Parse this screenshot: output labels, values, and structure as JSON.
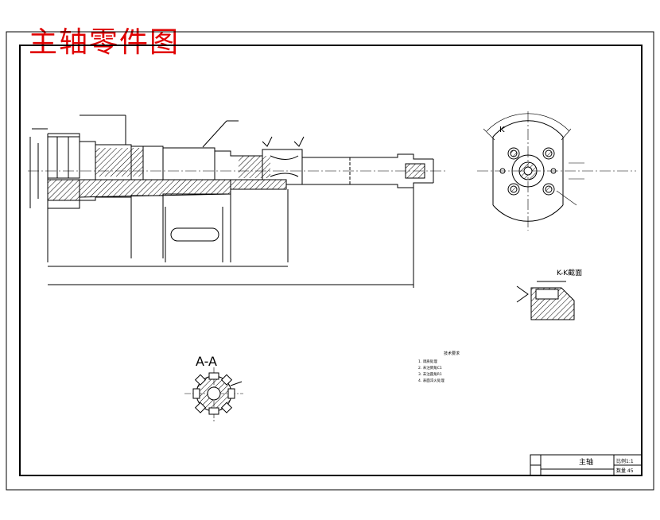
{
  "overlay_title": "主轴零件图",
  "sections": {
    "aa_label": "A-A",
    "kk_label": "K-K截面",
    "k_marker": "K"
  },
  "title_block": {
    "part_name": "主轴",
    "scale_label": "比例1:1",
    "material": "数量 45"
  },
  "notes": {
    "heading": "技术要求",
    "lines": [
      "1. 调质处理",
      "2. 未注倒角C1",
      "3. 未注圆角R1",
      "4. 表面淬火处理"
    ]
  },
  "colors": {
    "title_red": "#e00000",
    "line": "#000000"
  }
}
